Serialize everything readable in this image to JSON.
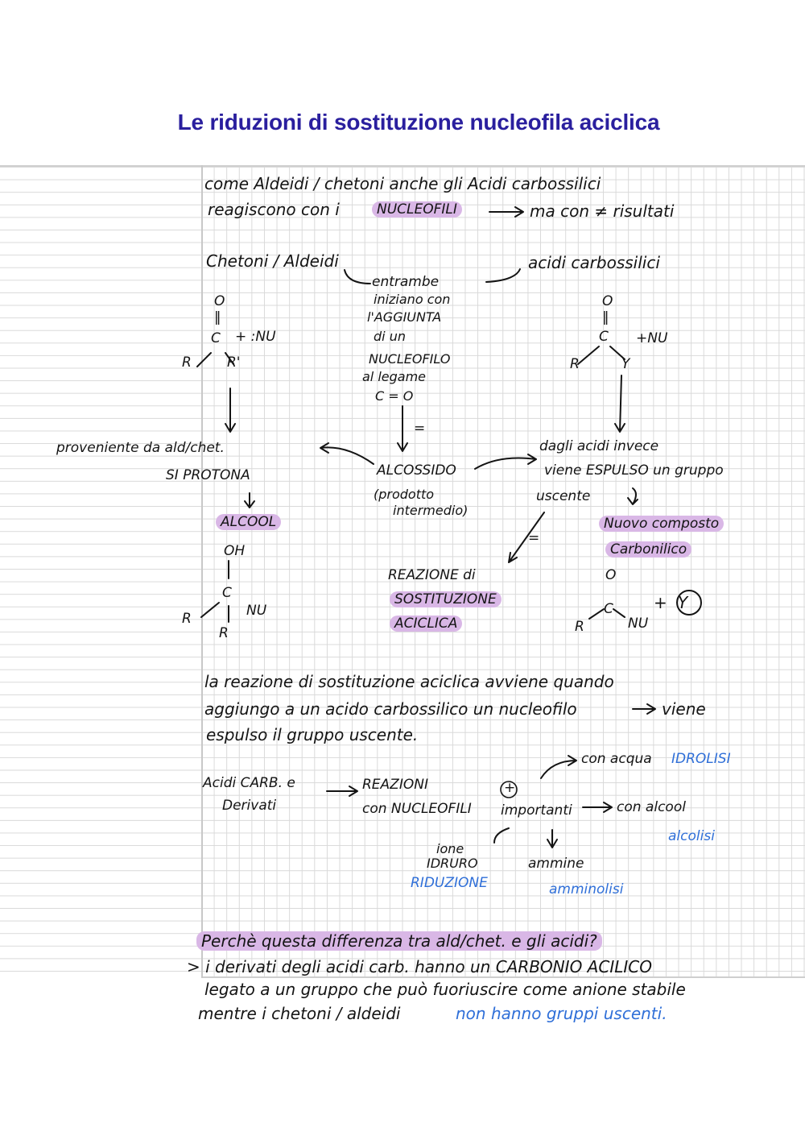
{
  "title": "Le riduzioni di sostituzione nucleofila aciclica",
  "intro": {
    "line1": "come Aldeidi / chetoni anche gli Acidi carbossilici",
    "line2_a": "reagiscono con i",
    "line2_hl": "NUCLEOFILI",
    "line2_b": "ma con ≠ risultati"
  },
  "left_col": {
    "heading": "Chetoni / Aldeidi",
    "o": "O",
    "dbl": "‖",
    "c": "C",
    "plus_nu": "+ :NU",
    "r": "R",
    "r_prime": "R'",
    "from": "proveniente da ald/chet.",
    "protona": "SI PROTONA",
    "alcool": "ALCOOL",
    "oh": "OH",
    "c2": "C",
    "nu": "NU",
    "r2": "R",
    "r3": "R"
  },
  "center_col": {
    "both": "entrambe",
    "l1": "iniziano con",
    "l2": "l'AGGIUNTA",
    "l3": "di un",
    "l4": "NUCLEOFILO",
    "l5": "al legame",
    "l6": "C = O",
    "eq": "=",
    "alcossido": "ALCOSSIDO",
    "prod1": "(prodotto",
    "prod2": "intermedio)",
    "eq2": "=",
    "reaz1": "REAZIONE di",
    "reaz2": "SOSTITUZIONE",
    "reaz3": "ACICLICA"
  },
  "right_col": {
    "heading": "acidi carbossilici",
    "o": "O",
    "dbl": "‖",
    "c": "C",
    "plus_nu": "+NU",
    "r": "R",
    "y": "Y",
    "acidi1": "dagli acidi invece",
    "acidi2": "viene ESPULSO un gruppo",
    "acidi3": "uscente",
    "nuovo1": "Nuovo composto",
    "nuovo2": "Carbonilico",
    "o2": "O",
    "c2": "C",
    "r2": "R",
    "nu2": "NU",
    "plus": "+",
    "y2": "Y"
  },
  "definition": {
    "l1": "la reazione di sostituzione aciclica avviene quando",
    "l2_a": "aggiungo a un acido carbossilico un nucleofilo",
    "l2_b": "viene",
    "l3": "espulso il gruppo uscente."
  },
  "reactions": {
    "acidi1": "Acidi CARB. e",
    "acidi2": "Derivati",
    "reaz1": "REAZIONI",
    "reaz2": "con NUCLEOFILI",
    "plus": "+",
    "importanti": "importanti",
    "acqua": "con acqua",
    "idrolisi": "IDROLISI",
    "alcool": "con alcool",
    "alcolisi": "alcolisi",
    "ione1": "ione",
    "ione2": "IDRURO",
    "riduzione": "RIDUZIONE",
    "ammine": "ammine",
    "amminolisi": "amminolisi"
  },
  "question": {
    "q": "Perchè questa differenza tra ald/chet. e gli acidi?",
    "a1": "> i derivati degli acidi carb. hanno un CARBONIO ACILICO",
    "a2": "legato a un gruppo che può fuoriuscire come anione stabile",
    "a3_a": "mentre i  chetoni / aldeidi",
    "a3_b": "non hanno gruppi uscenti."
  }
}
